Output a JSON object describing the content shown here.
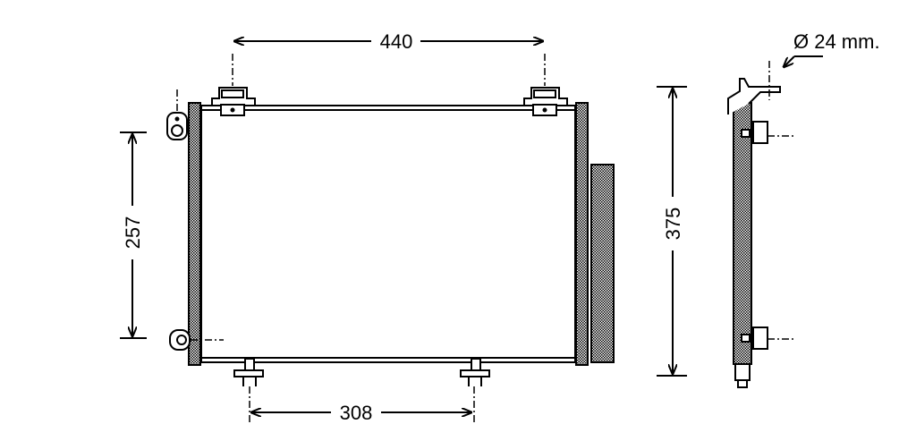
{
  "dimensions": {
    "top_width": "440",
    "left_height": "257",
    "overall_height": "375",
    "bottom_width": "308",
    "pipe_diameter": "Ø 24 mm."
  },
  "colors": {
    "line": "#000000",
    "background": "#ffffff"
  }
}
